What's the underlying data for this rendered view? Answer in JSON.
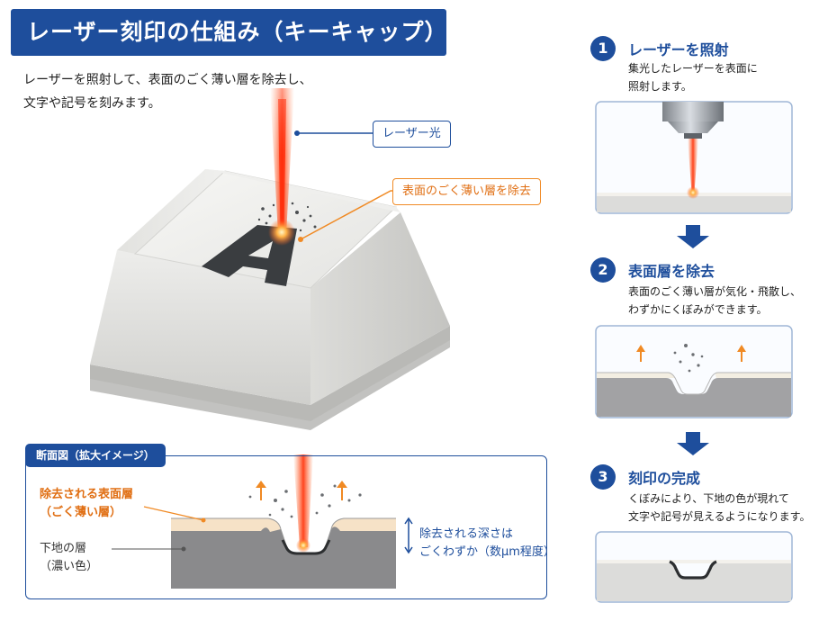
{
  "title": "レーザー刻印の仕組み（キーキャップ）",
  "intro": {
    "line1": "レーザーを照射して、表面のごく薄い層を除去し、",
    "line2": "文字や記号を刻みます。"
  },
  "main_illustration": {
    "key_letter": "A",
    "callout_laser": "レーザー光",
    "callout_remove": "表面のごく薄い層を除去"
  },
  "cross_section": {
    "tab_label": "断面図（拡大イメージ）",
    "removed_layer_line1": "除去される表面層",
    "removed_layer_line2": "（ごく薄い層）",
    "base_layer_line1": "下地の層",
    "base_layer_line2": "（濃い色）",
    "depth_line1": "除去される深さは",
    "depth_line2": "ごくわずか（数μm程度）"
  },
  "steps": [
    {
      "num": "1",
      "title": "レーザーを照射",
      "desc1": "集光したレーザーを表面に",
      "desc2": "照射します。"
    },
    {
      "num": "2",
      "title": "表面層を除去",
      "desc1": "表面のごく薄い層が気化・飛散し、",
      "desc2": "わずかにくぼみができます。"
    },
    {
      "num": "3",
      "title": "刻印の完成",
      "desc1": "くぼみにより、下地の色が現れて",
      "desc2": "文字や記号が見えるようになります。"
    }
  ],
  "colors": {
    "brand_blue": "#1e4e9c",
    "accent_orange": "#f08a24",
    "laser_red": "#ff4a1c",
    "surface_layer": "#f6e2c7",
    "base_layer": "#8a8a8c"
  }
}
